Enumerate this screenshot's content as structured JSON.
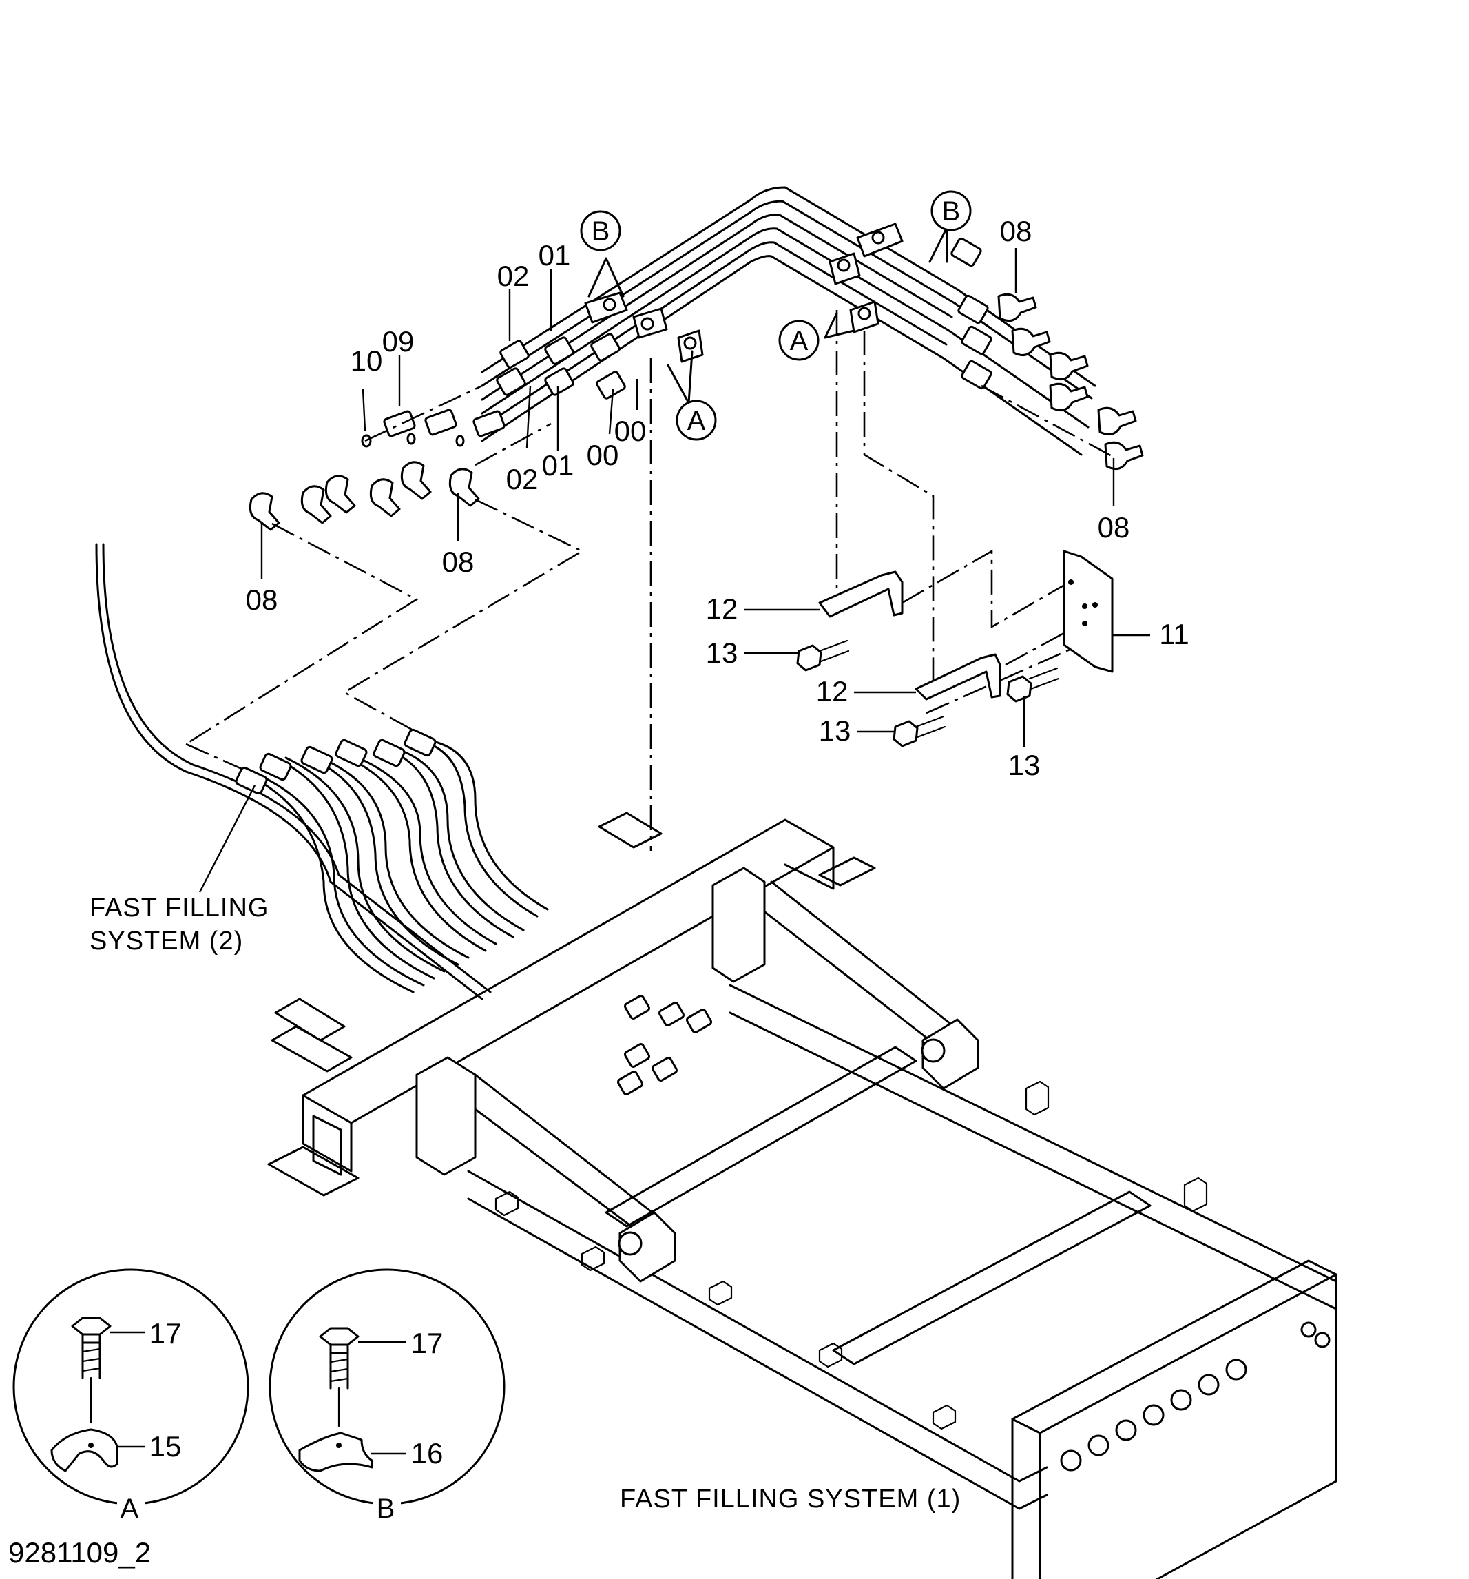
{
  "part_numbers": {
    "p00a": "00",
    "p00b": "00",
    "p01a": "01",
    "p01b": "01",
    "p02a": "02",
    "p02b": "02",
    "p08a": "08",
    "p08b": "08",
    "p08c": "08",
    "p08d": "08",
    "p09": "09",
    "p10": "10",
    "p11": "11",
    "p12a": "12",
    "p12b": "12",
    "p13a": "13",
    "p13b": "13",
    "p13c": "13",
    "p15": "15",
    "p16": "16",
    "p17a": "17",
    "p17b": "17"
  },
  "callouts": {
    "a1": "A",
    "a2": "A",
    "b1": "B",
    "b2": "B"
  },
  "details": {
    "a_label": "A",
    "b_label": "B"
  },
  "captions": {
    "fast_filling_2_line1": "FAST FILLING",
    "fast_filling_2_line2": "SYSTEM (2)",
    "fast_filling_1": "FAST FILLING SYSTEM (1)"
  },
  "drawing_number": "9281109_2"
}
